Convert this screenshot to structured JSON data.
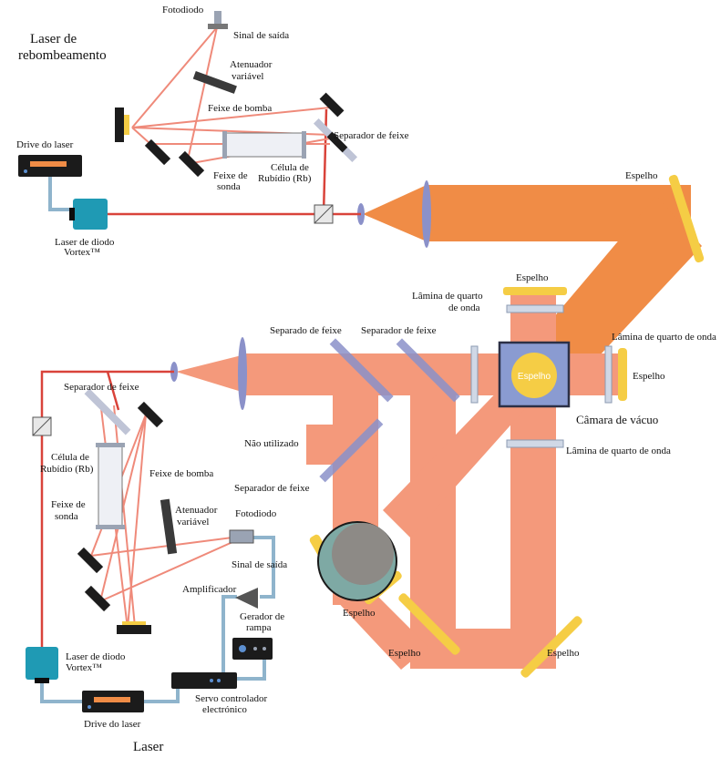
{
  "colors": {
    "beam_main": "#f4997b",
    "beam_orange": "#f08c46",
    "laser_line": "#d9433a",
    "mirror": "#f5cd45",
    "splitter": "#8b91c9",
    "waveplate": "#d0d8e6",
    "fiber": "#8fb4cc",
    "diode_body": "#1f9ab4",
    "chamber_border": "#2c3046"
  },
  "labels": {
    "laser_repump": [
      "Laser de",
      "rebombeamento"
    ],
    "laser_main": "Laser",
    "fotodiodo_top": "Fotodiodo",
    "sinal_saida_top": "Sinal de saída",
    "atenuador_top": [
      "Atenuador",
      "variável"
    ],
    "feixe_bomba_top": "Feixe de bomba",
    "separador_top": "Separador de feixe",
    "celula_top": [
      "Célula de",
      "Rubídio (Rb)"
    ],
    "feixe_sonda_top": [
      "Feixe de",
      "sonda"
    ],
    "drive_top": "Drive do laser",
    "diode_top": [
      "Laser de diodo",
      "Vortex™"
    ],
    "espelho_top_right": "Espelho",
    "espelho_chamber_top": "Espelho",
    "lamina_top": [
      "Lâmina de quarto",
      "de onda"
    ],
    "separado_feixe_1": "Separado de feixe",
    "separador_feixe_2": "Separador de feixe",
    "lamina_right": "Lâmina de quarto de onda",
    "espelho_right": "Espelho",
    "espelho_center": "Espelho",
    "camara_vacuo": "Câmara de vácuo",
    "lamina_bottom": "Lâmina de quarto de onda",
    "nao_utilizado": "Não utilizado",
    "separador_feixe_3": "Separador de feixe",
    "separador_bottom_left": "Separador de feixe",
    "celula_bottom": [
      "Célula de",
      "Rubídio (Rb)"
    ],
    "feixe_sonda_bottom": [
      "Feixe de",
      "sonda"
    ],
    "feixe_bomba_bottom": "Feixe de bomba",
    "atenuador_bottom": [
      "Atenuador",
      "variável"
    ],
    "fotodiodo_bottom": "Fotodiodo",
    "sinal_saida_bottom": "Sinal de saída",
    "amplificador": "Amplificador",
    "gerador_rampa": [
      "Gerador de",
      "rampa"
    ],
    "diode_bottom": [
      "Laser de diodo",
      "Vortex™"
    ],
    "servo": [
      "Servo controlador",
      "electrónico"
    ],
    "drive_bottom": "Drive do laser",
    "espelho_circle": "Espelho",
    "espelho_bl": "Espelho",
    "espelho_br": "Espelho"
  }
}
